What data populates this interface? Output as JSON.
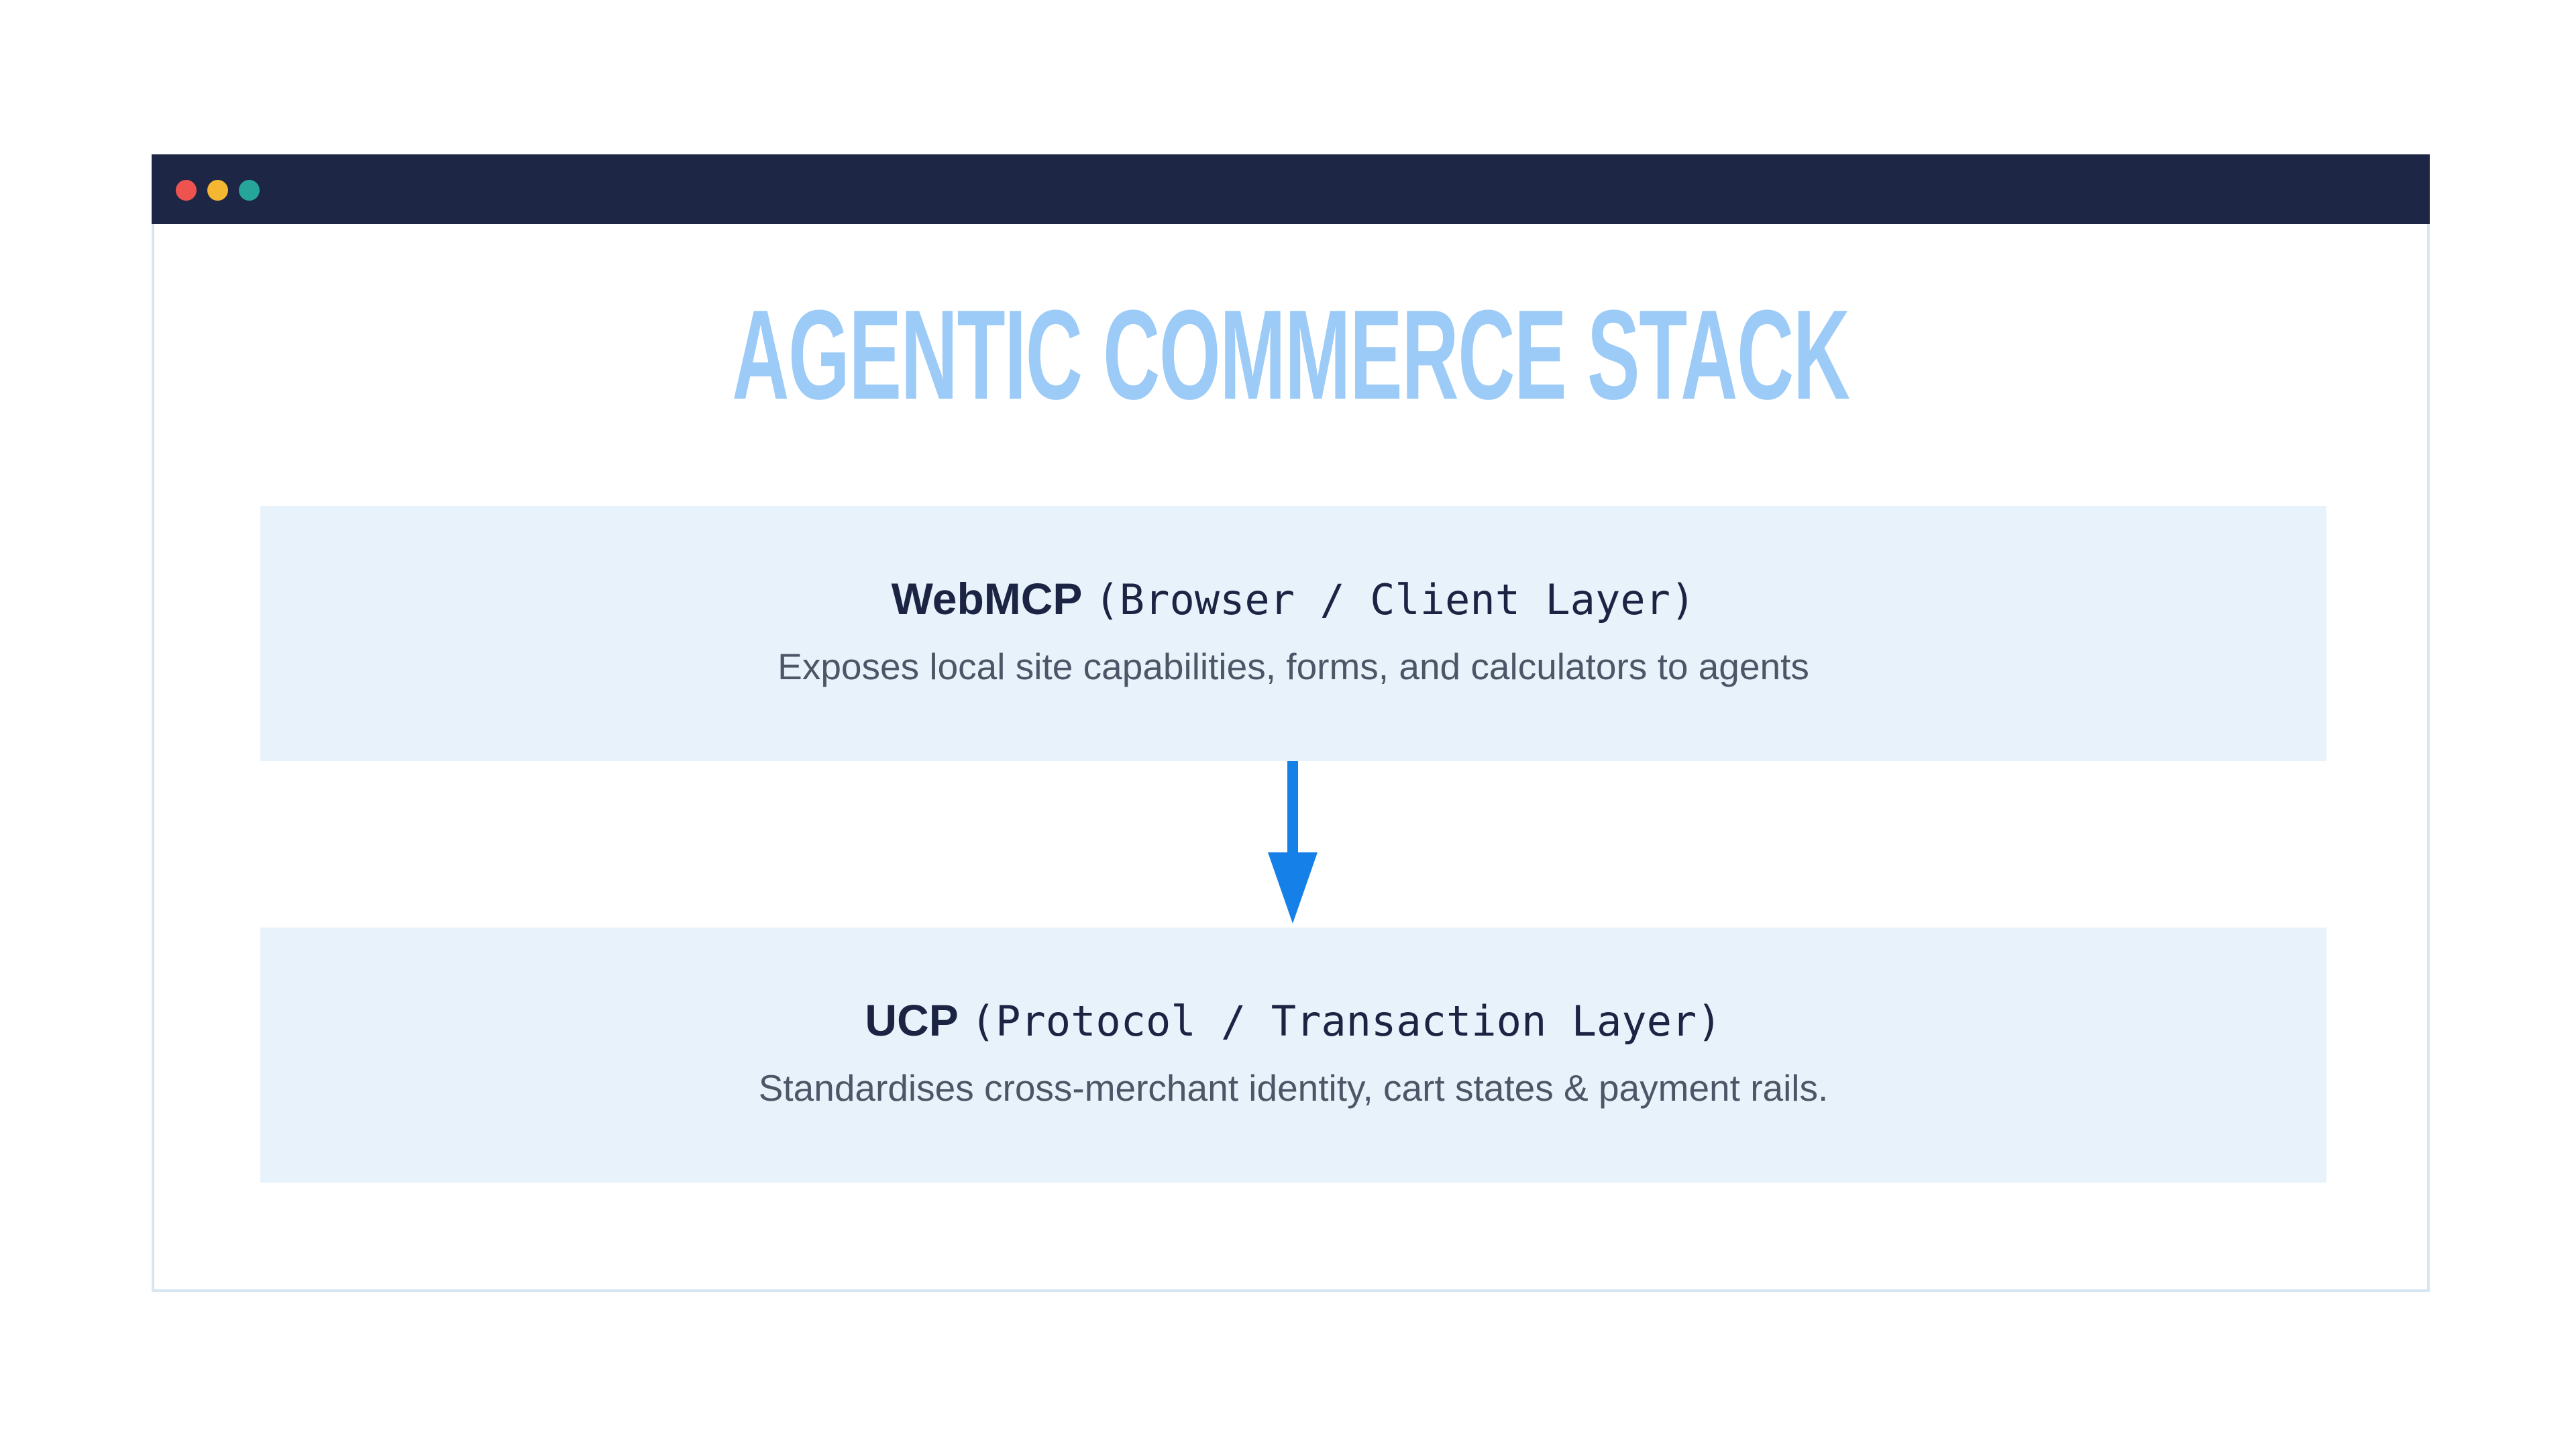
{
  "window": {
    "controls": [
      {
        "name": "close",
        "color": "#ef5350"
      },
      {
        "name": "minimize",
        "color": "#f5b731"
      },
      {
        "name": "maximize",
        "color": "#26a69a"
      }
    ],
    "titlebar_color": "#1d2645"
  },
  "diagram": {
    "title": "AGENTIC COMMERCE STACK",
    "title_color": "#9ccbf7",
    "layers": [
      {
        "name": "WebMCP",
        "subtitle": "(Browser / Client Layer)",
        "description": "Exposes local site capabilities, forms, and calculators to agents"
      },
      {
        "name": "UCP",
        "subtitle": "(Protocol / Transaction Layer)",
        "description": "Standardises cross-merchant identity, cart states & payment rails."
      }
    ],
    "arrow": {
      "from": "WebMCP",
      "to": "UCP",
      "color": "#1580e8"
    }
  }
}
